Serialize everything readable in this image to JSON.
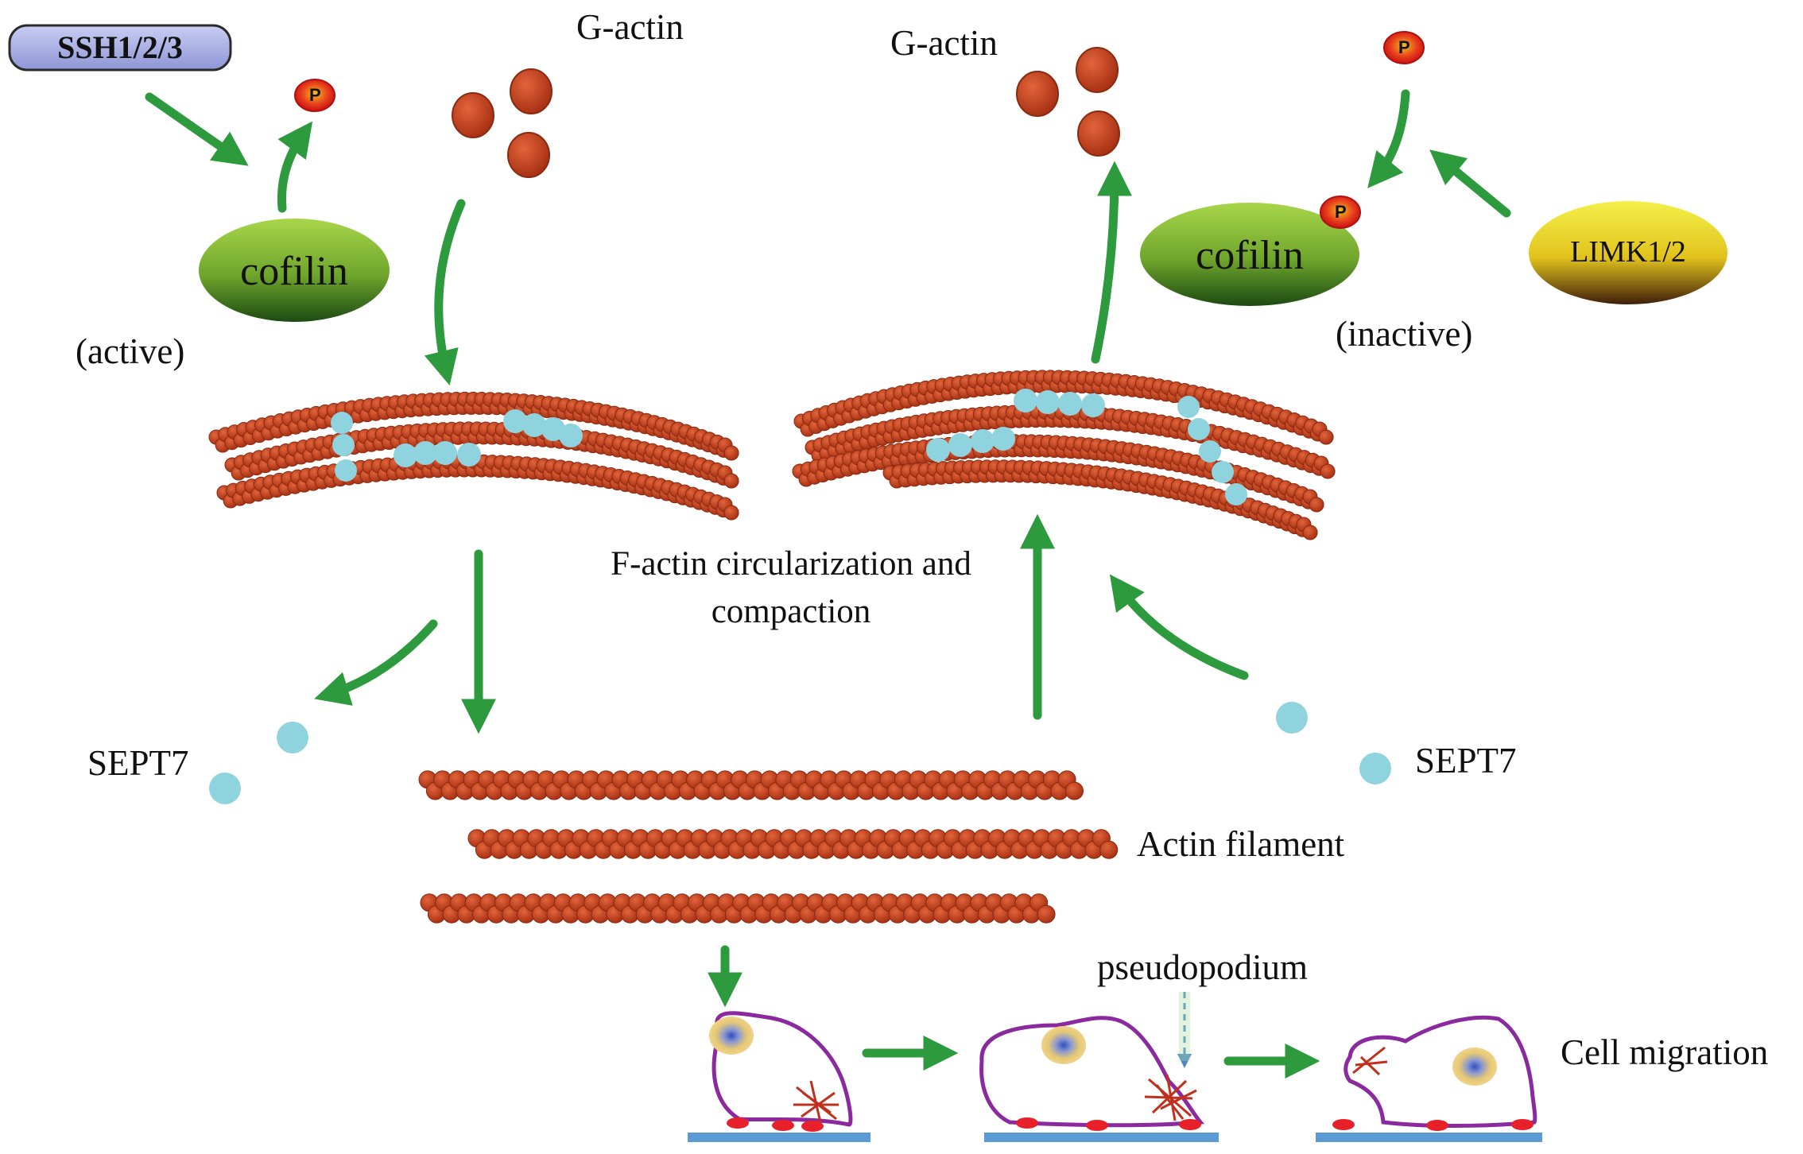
{
  "labels": {
    "ssh": "SSH1/2/3",
    "p": "P",
    "cofilin_active": "cofilin",
    "active": "(active)",
    "gactin_left": "G-actin",
    "gactin_right": "G-actin",
    "cofilin_inactive": "cofilin",
    "inactive": "(inactive)",
    "limk": "LIMK1/2",
    "factin_line1": "F-actin circularization and",
    "factin_line2": "compaction",
    "sept7_left": "SEPT7",
    "sept7_right": "SEPT7",
    "actin_filament": "Actin filament",
    "pseudopodium": "pseudopodium",
    "cell_migration": "Cell migration"
  },
  "colors": {
    "arrow": "#2e9a3e",
    "actin": "#c3401f",
    "actin_edge": "#8a2a10",
    "sept7": "#8fd3de",
    "cell_outline": "#8a2a9e",
    "membrane": "#5b9bd5",
    "adhesion": "#e8202a",
    "ssh_fill": "#9ea6e0",
    "phospho": "#e8201c",
    "phospho_rim": "#f1c232"
  },
  "icons": [
    "phosphate-icon",
    "cofilin-ellipse",
    "limk-ellipse",
    "g-actin-icon",
    "sept7-icon",
    "cell-icon"
  ]
}
